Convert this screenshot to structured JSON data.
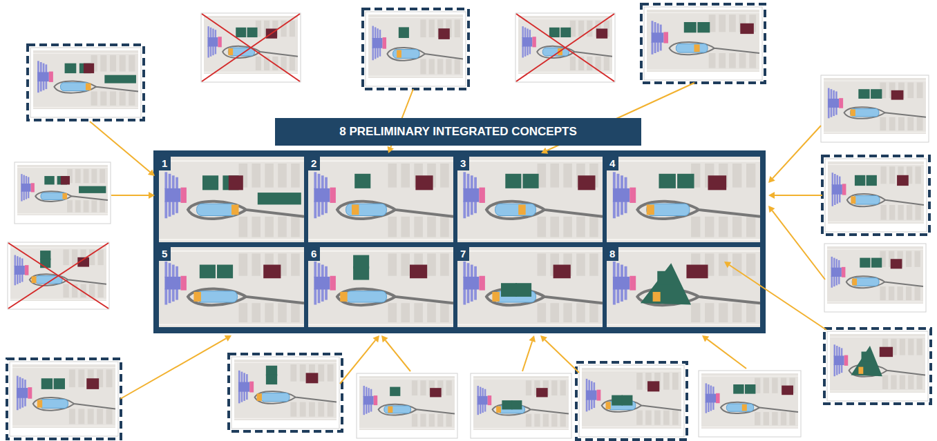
{
  "diagram": {
    "title": "8 PRELIMINARY INTEGRATED CONCEPTS",
    "nodes": [
      {
        "text": [
          "1"
        ]
      },
      {
        "text": [
          "2"
        ]
      },
      {
        "text": [
          "3"
        ]
      },
      {
        "text": [
          "4"
        ]
      },
      {
        "text": [
          "5"
        ]
      },
      {
        "text": [
          "6"
        ]
      },
      {
        "text": [
          "7"
        ]
      },
      {
        "text": [
          "8"
        ]
      }
    ]
  }
}
